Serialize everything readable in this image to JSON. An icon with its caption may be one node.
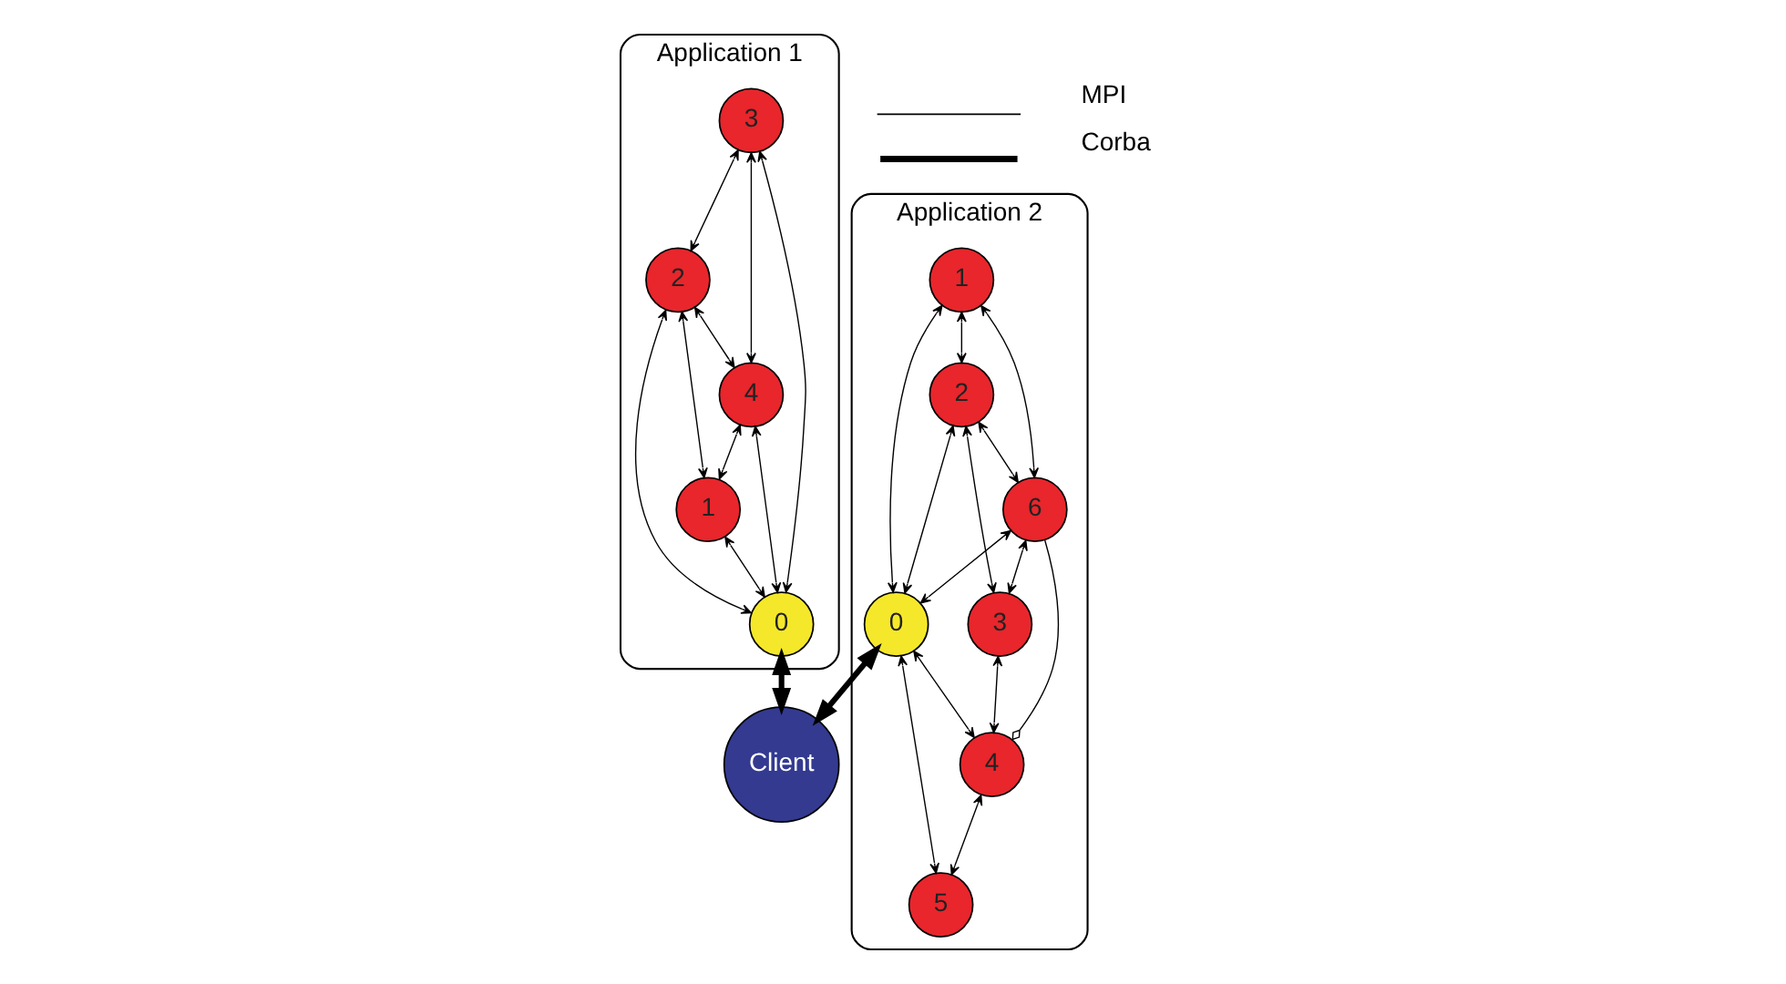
{
  "diagram": {
    "nodes": [
      {
        "text": [
          "Application 1"
        ]
      },
      {
        "text": [
          "3"
        ],
        "in": 0
      },
      {
        "text": [
          "2"
        ],
        "in": 0
      },
      {
        "text": [
          "4"
        ],
        "in": 0
      },
      {
        "text": [
          "1"
        ],
        "in": 0
      },
      {
        "text": [
          "0"
        ],
        "in": 0
      },
      {
        "text": [
          "Application 2"
        ]
      },
      {
        "text": [
          "2"
        ],
        "in": 6
      },
      {
        "text": [
          "3"
        ],
        "in": 6
      },
      {
        "text": [
          "1"
        ],
        "in": 6
      },
      {
        "text": [
          "6"
        ],
        "in": 6
      },
      {
        "text": [
          "4"
        ],
        "in": 6
      },
      {
        "text": [
          "0"
        ],
        "in": 6
      },
      {
        "text": [
          "5"
        ],
        "in": 6
      },
      {
        "text": [
          "Client"
        ]
      }
    ],
    "edges": [
      {
        "from": 1,
        "to": 2,
        "arrow": "both"
      },
      {
        "from": 1,
        "to": 3,
        "arrow": "both"
      },
      {
        "from": 1,
        "to": 5,
        "arrow": "both"
      },
      {
        "from": 2,
        "to": 3,
        "arrow": "both"
      },
      {
        "from": 2,
        "to": 4,
        "arrow": "both"
      },
      {
        "from": 2,
        "to": 5,
        "arrow": "both"
      },
      {
        "from": 3,
        "to": 4,
        "arrow": "both"
      },
      {
        "from": 3,
        "to": 5,
        "arrow": "both"
      },
      {
        "from": 4,
        "to": 5,
        "arrow": "both"
      },
      {
        "from": 9,
        "to": 7,
        "arrow": "both"
      },
      {
        "from": 7,
        "to": 12,
        "arrow": "both"
      },
      {
        "from": 7,
        "to": 8,
        "arrow": "both"
      },
      {
        "from": 7,
        "to": 10,
        "arrow": "both"
      },
      {
        "from": 9,
        "to": 10,
        "arrow": "both"
      },
      {
        "from": 9,
        "to": 12,
        "arrow": "both"
      },
      {
        "from": 10,
        "to": 8,
        "arrow": "both"
      },
      {
        "from": 10,
        "to": 11,
        "arrow": "other"
      },
      {
        "from": 8,
        "to": 11,
        "arrow": "both"
      },
      {
        "from": 10,
        "to": 12,
        "arrow": "both"
      },
      {
        "from": 12,
        "to": 11,
        "arrow": "both"
      },
      {
        "from": 11,
        "to": 13,
        "arrow": "both"
      },
      {
        "from": 12,
        "to": 13,
        "arrow": "both"
      },
      {
        "from": 5,
        "to": 14,
        "arrow": "both",
        "style": "thick"
      },
      {
        "from": 12,
        "to": 14,
        "arrow": "both",
        "style": "thick"
      }
    ],
    "legend": [
      {
        "text": "MPI"
      },
      {
        "text": "Corba"
      }
    ]
  }
}
